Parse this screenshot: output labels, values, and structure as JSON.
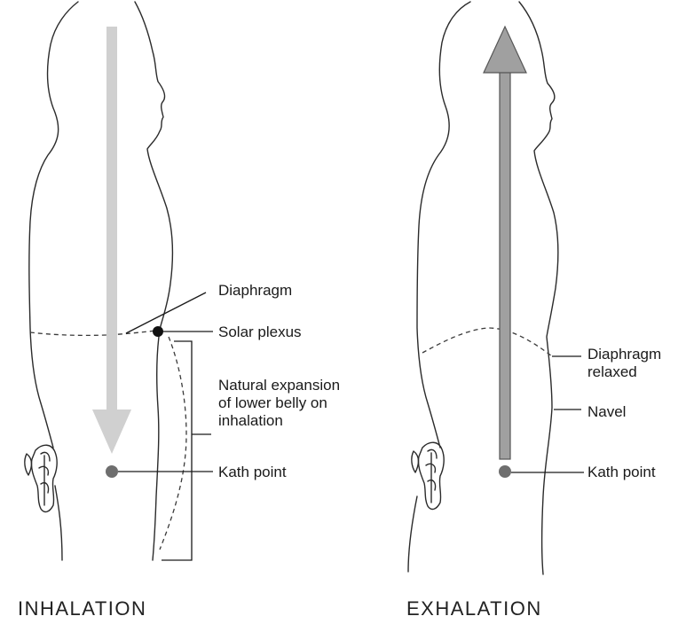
{
  "colors": {
    "ink": "#1a1a1a",
    "inhale_arrow": "#d0d0d0",
    "exhale_arrow_fill": "#a0a0a0",
    "exhale_arrow_stroke": "#555555",
    "kath_point": "#6e6e6e",
    "solar_plexus": "#111111"
  },
  "inhalation": {
    "caption": "INHALATION",
    "labels": {
      "diaphragm": "Diaphragm",
      "solar_plexus": "Solar plexus",
      "expansion_line1": "Natural expansion",
      "expansion_line2": "of lower belly on",
      "expansion_line3": "inhalation",
      "kath_point": "Kath point"
    },
    "arrow_direction": "down"
  },
  "exhalation": {
    "caption": "EXHALATION",
    "labels": {
      "diaphragm_line1": "Diaphragm",
      "diaphragm_line2": "relaxed",
      "navel": "Navel",
      "kath_point": "Kath point"
    },
    "arrow_direction": "up"
  }
}
